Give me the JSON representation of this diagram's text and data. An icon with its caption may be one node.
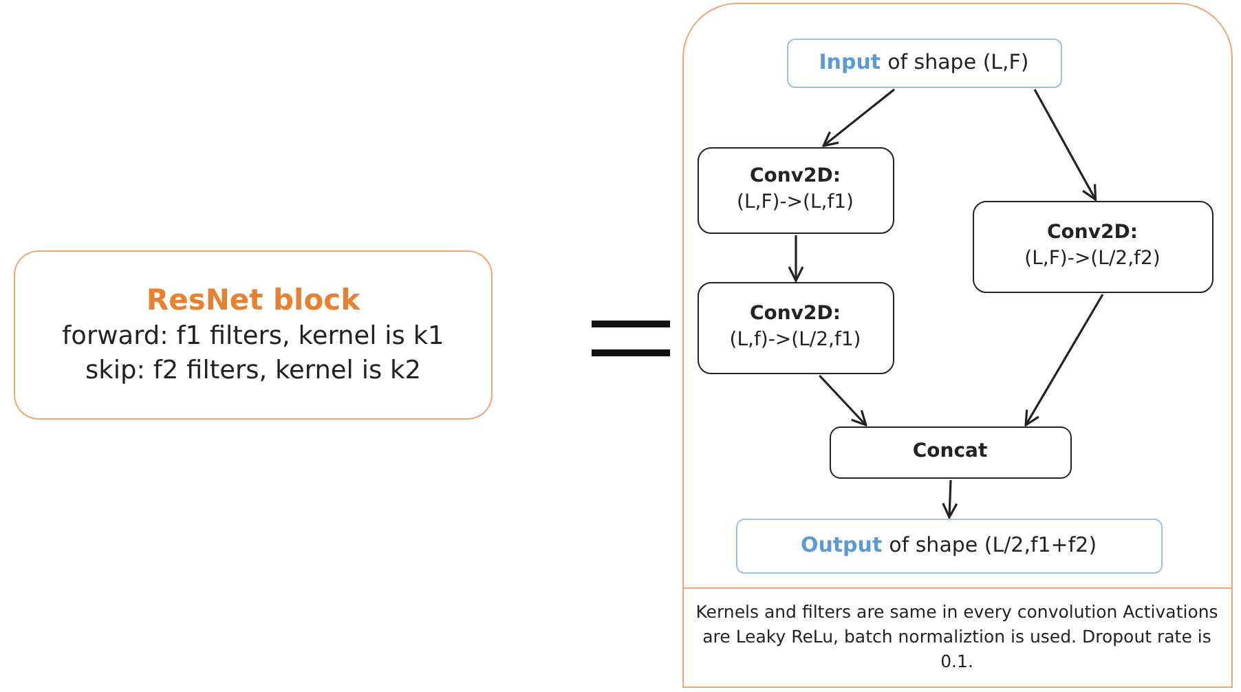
{
  "diagram": {
    "nodes": [
      {
        "text": [
          "ResNet block",
          "forward: f1 filters, kernel is k1",
          "skip: f2 filters, kernel is k2"
        ]
      },
      {
        "text": [],
        "shape": "box"
      },
      {
        "text": [
          "Input",
          "of shape (L,F)"
        ],
        "in": 1
      },
      {
        "text": [
          "Conv2D:",
          "(L,F)->(L,f1)"
        ],
        "in": 1
      },
      {
        "text": [
          "Conv2D:",
          "(L,F)->(L/2,f2)"
        ],
        "in": 1
      },
      {
        "text": [
          "Conv2D:",
          "(L,f)->(L/2,f1)"
        ],
        "in": 1
      },
      {
        "text": [
          "Concat"
        ],
        "in": 1
      },
      {
        "text": [
          "Output",
          "of shape (L/2,f1+f2)"
        ],
        "in": 1
      },
      {
        "text": [
          "Kernels and filters are same in every convolution Activations are Leaky ReLu, batch normaliztion is used. Dropout rate is 0.1."
        ],
        "in": 1
      }
    ],
    "edges": [
      {
        "from": 2,
        "to": 3,
        "arrow": "to"
      },
      {
        "from": 2,
        "to": 4,
        "arrow": "to"
      },
      {
        "from": 3,
        "to": 5,
        "arrow": "to"
      },
      {
        "from": 5,
        "to": 6,
        "arrow": "to"
      },
      {
        "from": 4,
        "to": 6,
        "arrow": "to"
      },
      {
        "from": 6,
        "to": 7,
        "arrow": "to"
      }
    ]
  }
}
